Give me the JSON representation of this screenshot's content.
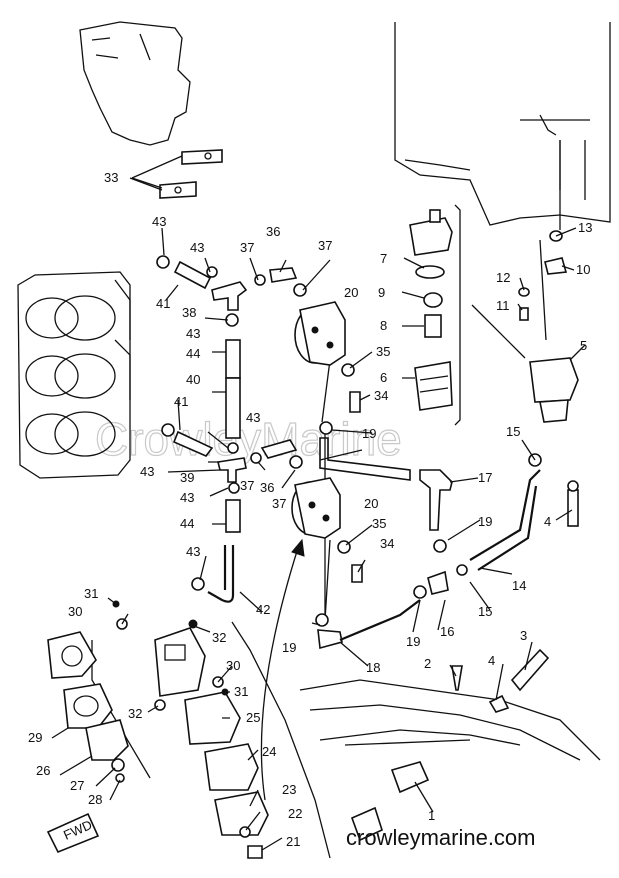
{
  "watermark": "CrowleyMarine",
  "site": "crowleymarine.com",
  "fwd_mark": "FWD",
  "callouts": [
    {
      "id": "c1",
      "text": "1"
    },
    {
      "id": "c2",
      "text": "2"
    },
    {
      "id": "c3",
      "text": "3"
    },
    {
      "id": "c4a",
      "text": "4"
    },
    {
      "id": "c4b",
      "text": "4"
    },
    {
      "id": "c5",
      "text": "5"
    },
    {
      "id": "c6",
      "text": "6"
    },
    {
      "id": "c7",
      "text": "7"
    },
    {
      "id": "c8",
      "text": "8"
    },
    {
      "id": "c9",
      "text": "9"
    },
    {
      "id": "c10",
      "text": "10"
    },
    {
      "id": "c11",
      "text": "11"
    },
    {
      "id": "c12",
      "text": "12"
    },
    {
      "id": "c13",
      "text": "13"
    },
    {
      "id": "c14",
      "text": "14"
    },
    {
      "id": "c15a",
      "text": "15"
    },
    {
      "id": "c15b",
      "text": "15"
    },
    {
      "id": "c16",
      "text": "16"
    },
    {
      "id": "c17",
      "text": "17"
    },
    {
      "id": "c18",
      "text": "18"
    },
    {
      "id": "c19a",
      "text": "19"
    },
    {
      "id": "c19b",
      "text": "19"
    },
    {
      "id": "c19c",
      "text": "19"
    },
    {
      "id": "c19d",
      "text": "19"
    },
    {
      "id": "c20a",
      "text": "20"
    },
    {
      "id": "c20b",
      "text": "20"
    },
    {
      "id": "c21",
      "text": "21"
    },
    {
      "id": "c22",
      "text": "22"
    },
    {
      "id": "c23",
      "text": "23"
    },
    {
      "id": "c24",
      "text": "24"
    },
    {
      "id": "c25",
      "text": "25"
    },
    {
      "id": "c26",
      "text": "26"
    },
    {
      "id": "c27",
      "text": "27"
    },
    {
      "id": "c28",
      "text": "28"
    },
    {
      "id": "c29",
      "text": "29"
    },
    {
      "id": "c30a",
      "text": "30"
    },
    {
      "id": "c30b",
      "text": "30"
    },
    {
      "id": "c31a",
      "text": "31"
    },
    {
      "id": "c31b",
      "text": "31"
    },
    {
      "id": "c32a",
      "text": "32"
    },
    {
      "id": "c32b",
      "text": "32"
    },
    {
      "id": "c33",
      "text": "33"
    },
    {
      "id": "c34a",
      "text": "34"
    },
    {
      "id": "c34b",
      "text": "34"
    },
    {
      "id": "c35a",
      "text": "35"
    },
    {
      "id": "c35b",
      "text": "35"
    },
    {
      "id": "c36a",
      "text": "36"
    },
    {
      "id": "c36b",
      "text": "36"
    },
    {
      "id": "c37a",
      "text": "37"
    },
    {
      "id": "c37b",
      "text": "37"
    },
    {
      "id": "c37c",
      "text": "37"
    },
    {
      "id": "c37d",
      "text": "37"
    },
    {
      "id": "c38",
      "text": "38"
    },
    {
      "id": "c39",
      "text": "39"
    },
    {
      "id": "c40",
      "text": "40"
    },
    {
      "id": "c41a",
      "text": "41"
    },
    {
      "id": "c41b",
      "text": "41"
    },
    {
      "id": "c42",
      "text": "42"
    },
    {
      "id": "c43a",
      "text": "43"
    },
    {
      "id": "c43b",
      "text": "43"
    },
    {
      "id": "c43c",
      "text": "43"
    },
    {
      "id": "c43d",
      "text": "43"
    },
    {
      "id": "c43e",
      "text": "43"
    },
    {
      "id": "c43f",
      "text": "43"
    },
    {
      "id": "c43g",
      "text": "43"
    },
    {
      "id": "c44a",
      "text": "44"
    },
    {
      "id": "c44b",
      "text": "44"
    }
  ]
}
